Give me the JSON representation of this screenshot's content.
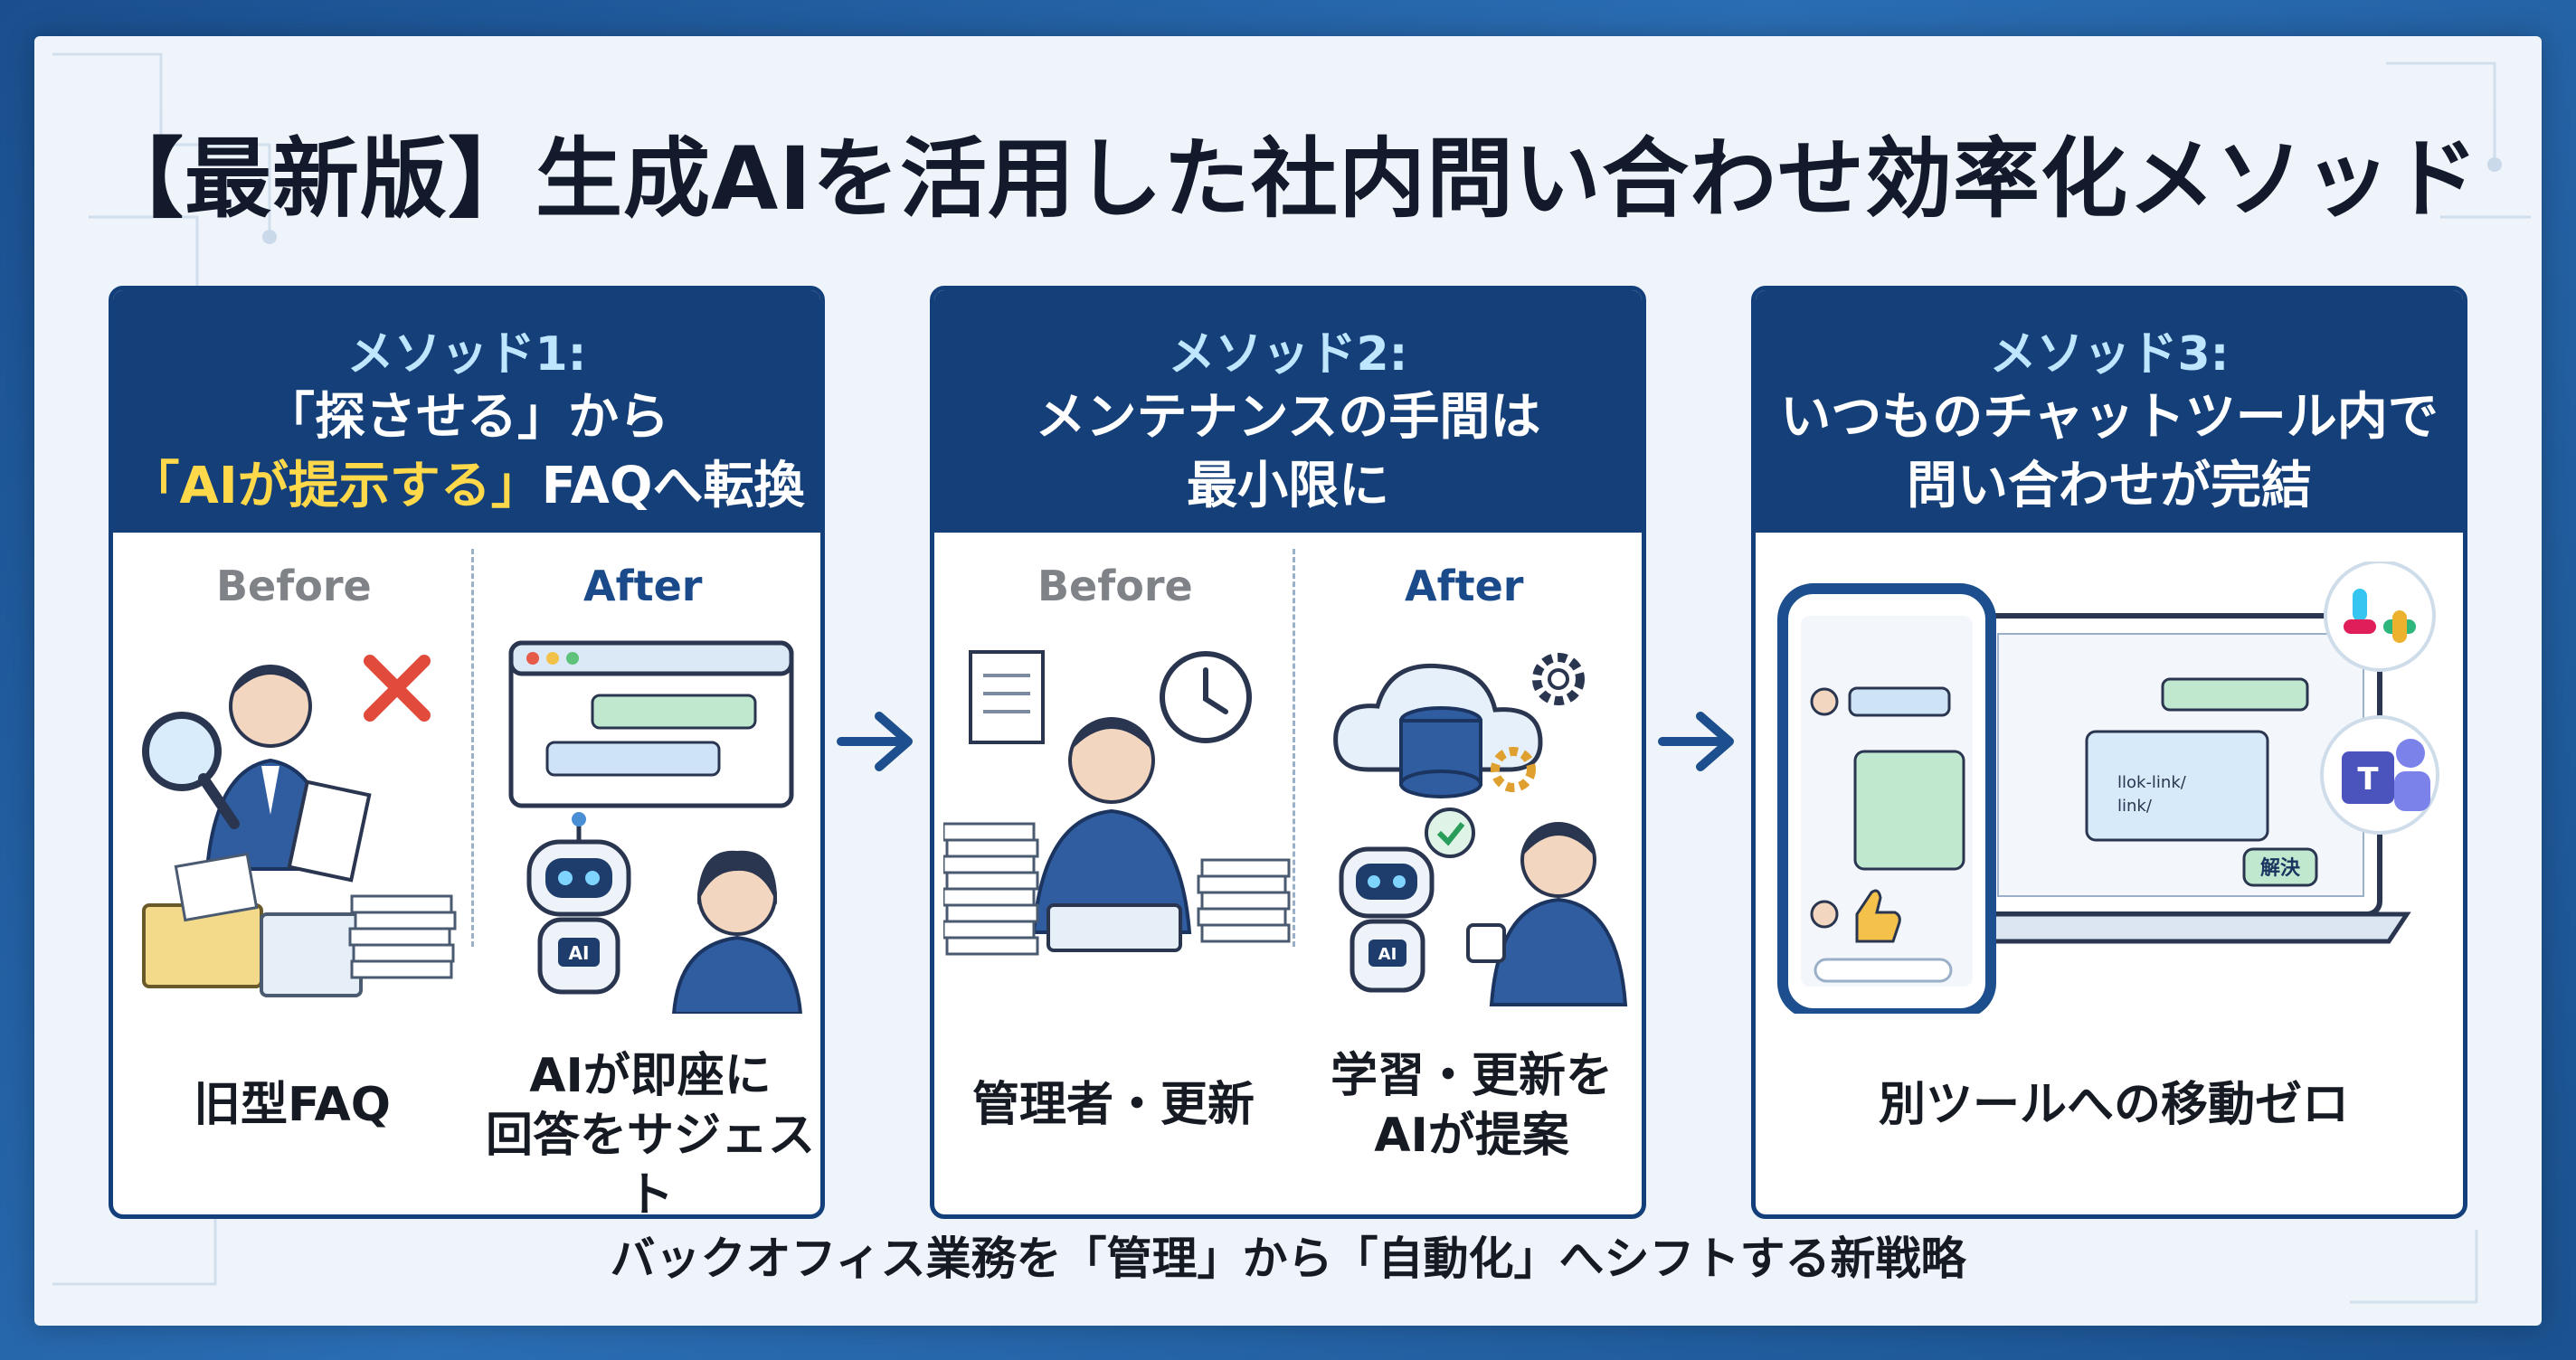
{
  "title": "【最新版】生成AIを活用した社内問い合わせ効率化メソッド",
  "cards": [
    {
      "method": "メソッド1:",
      "heading": [
        "「探させる」から",
        "「AIが提示する」",
        "FAQへ転換"
      ],
      "before_label": "Before",
      "after_label": "After",
      "before_caption": "旧型FAQ",
      "after_caption": [
        "AIが即座に",
        "回答をサジェスト"
      ]
    },
    {
      "method": "メソッド2:",
      "heading": [
        "メンテナンスの手間は",
        "最小限に"
      ],
      "before_label": "Before",
      "after_label": "After",
      "before_caption": "管理者・更新",
      "after_caption": [
        "学習・更新を",
        "AIが提案"
      ]
    },
    {
      "method": "メソッド3:",
      "heading": [
        "いつものチャットツール内で",
        "問い合わせが完結"
      ],
      "caption": "別ツールへの移動ゼロ",
      "chat_link_1": "llok-link/",
      "chat_link_2": "link/",
      "resolved_label": "解決"
    }
  ],
  "robot_badge": "AI",
  "footer": "バックオフィス業務を「管理」から「自動化」へシフトする新戦略",
  "colors": {
    "header_navy": "#143f78",
    "highlight_yellow": "#ffd94a",
    "method_label_blue": "#bfe6ff",
    "arrow_blue": "#1d4f8e"
  },
  "icons": [
    "cross-mark-icon",
    "magnifier-icon",
    "robot-icon",
    "clock-icon",
    "cloud-database-icon",
    "gear-icon",
    "check-icon",
    "slack-icon",
    "teams-icon",
    "thumbs-up-icon"
  ]
}
